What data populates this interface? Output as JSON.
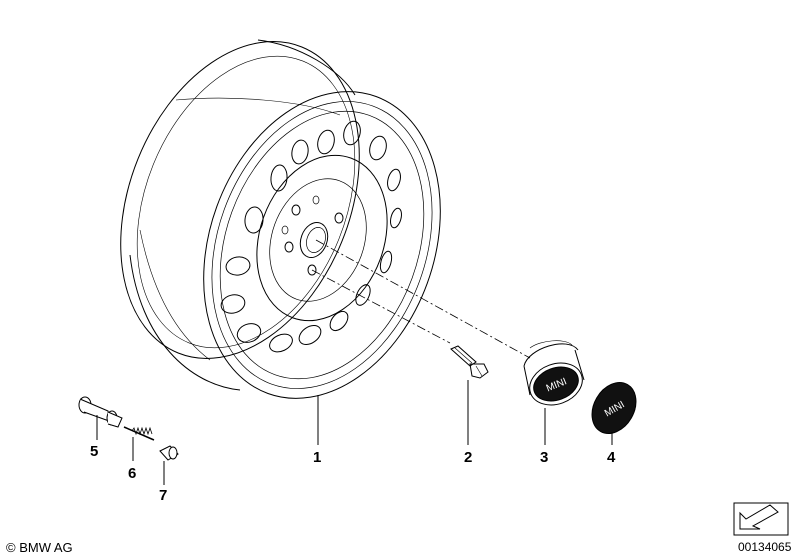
{
  "parts": [
    {
      "number": "1",
      "name": "steel-wheel"
    },
    {
      "number": "2",
      "name": "wheel-bolt"
    },
    {
      "number": "3",
      "name": "hub-cap"
    },
    {
      "number": "4",
      "name": "emblem"
    },
    {
      "number": "5",
      "name": "valve-stem"
    },
    {
      "number": "6",
      "name": "valve-insert"
    },
    {
      "number": "7",
      "name": "valve-cap"
    }
  ],
  "logo_text": "MINI",
  "footer": {
    "copyright": "© BMW AG",
    "diagram_id": "00134065"
  },
  "icons": {
    "navigation": "arrow-navigation-icon"
  },
  "colors": {
    "line": "#000000",
    "background": "#ffffff",
    "cap_dark": "#111111"
  }
}
